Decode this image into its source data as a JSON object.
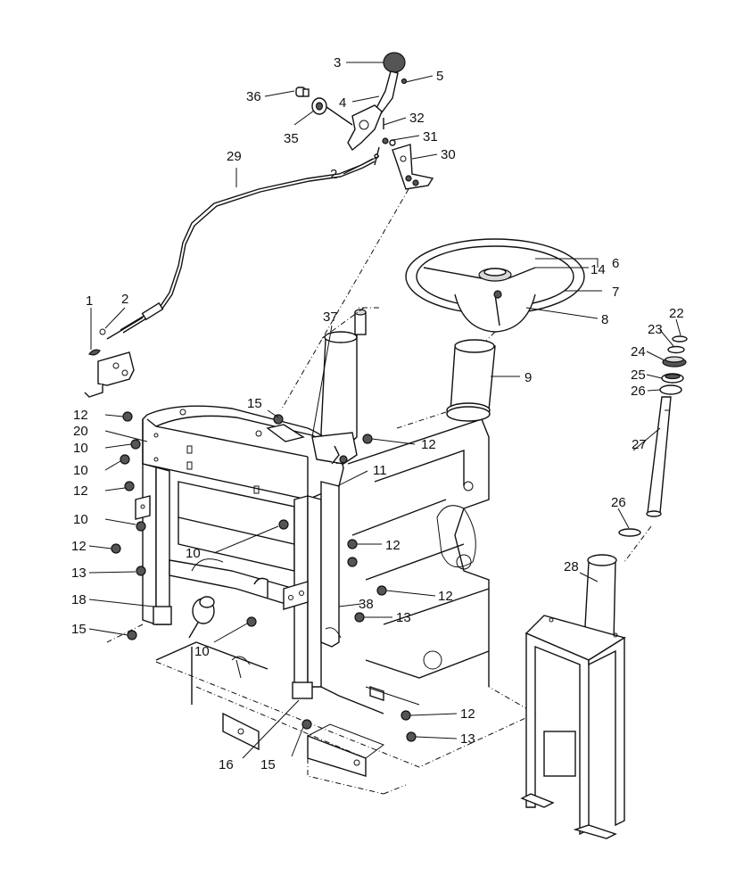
{
  "callouts": [
    {
      "id": "c1",
      "text": "1"
    },
    {
      "id": "c2a",
      "text": "2"
    },
    {
      "id": "c2b",
      "text": "2"
    },
    {
      "id": "c3",
      "text": "3"
    },
    {
      "id": "c4",
      "text": "4"
    },
    {
      "id": "c5",
      "text": "5"
    },
    {
      "id": "c6",
      "text": "6"
    },
    {
      "id": "c7",
      "text": "7"
    },
    {
      "id": "c8",
      "text": "8"
    },
    {
      "id": "c9",
      "text": "9"
    },
    {
      "id": "c10a",
      "text": "10"
    },
    {
      "id": "c10b",
      "text": "10"
    },
    {
      "id": "c10c",
      "text": "10"
    },
    {
      "id": "c10d",
      "text": "10"
    },
    {
      "id": "c10e",
      "text": "10"
    },
    {
      "id": "c11",
      "text": "11"
    },
    {
      "id": "c12a",
      "text": "12"
    },
    {
      "id": "c12b",
      "text": "12"
    },
    {
      "id": "c12c",
      "text": "12"
    },
    {
      "id": "c12d",
      "text": "12"
    },
    {
      "id": "c12e",
      "text": "12"
    },
    {
      "id": "c12f",
      "text": "12"
    },
    {
      "id": "c12g",
      "text": "12"
    },
    {
      "id": "c13a",
      "text": "13"
    },
    {
      "id": "c13b",
      "text": "13"
    },
    {
      "id": "c13c",
      "text": "13"
    },
    {
      "id": "c14",
      "text": "14"
    },
    {
      "id": "c15a",
      "text": "15"
    },
    {
      "id": "c15b",
      "text": "15"
    },
    {
      "id": "c15c",
      "text": "15"
    },
    {
      "id": "c16",
      "text": "16"
    },
    {
      "id": "c18",
      "text": "18"
    },
    {
      "id": "c20",
      "text": "20"
    },
    {
      "id": "c22",
      "text": "22"
    },
    {
      "id": "c23",
      "text": "23"
    },
    {
      "id": "c24",
      "text": "24"
    },
    {
      "id": "c25",
      "text": "25"
    },
    {
      "id": "c26a",
      "text": "26"
    },
    {
      "id": "c26b",
      "text": "26"
    },
    {
      "id": "c27",
      "text": "27"
    },
    {
      "id": "c28",
      "text": "28"
    },
    {
      "id": "c29",
      "text": "29"
    },
    {
      "id": "c30",
      "text": "30"
    },
    {
      "id": "c31",
      "text": "31"
    },
    {
      "id": "c32",
      "text": "32"
    },
    {
      "id": "c35",
      "text": "35"
    },
    {
      "id": "c36",
      "text": "36"
    },
    {
      "id": "c37",
      "text": "37"
    },
    {
      "id": "c38",
      "text": "38"
    }
  ]
}
